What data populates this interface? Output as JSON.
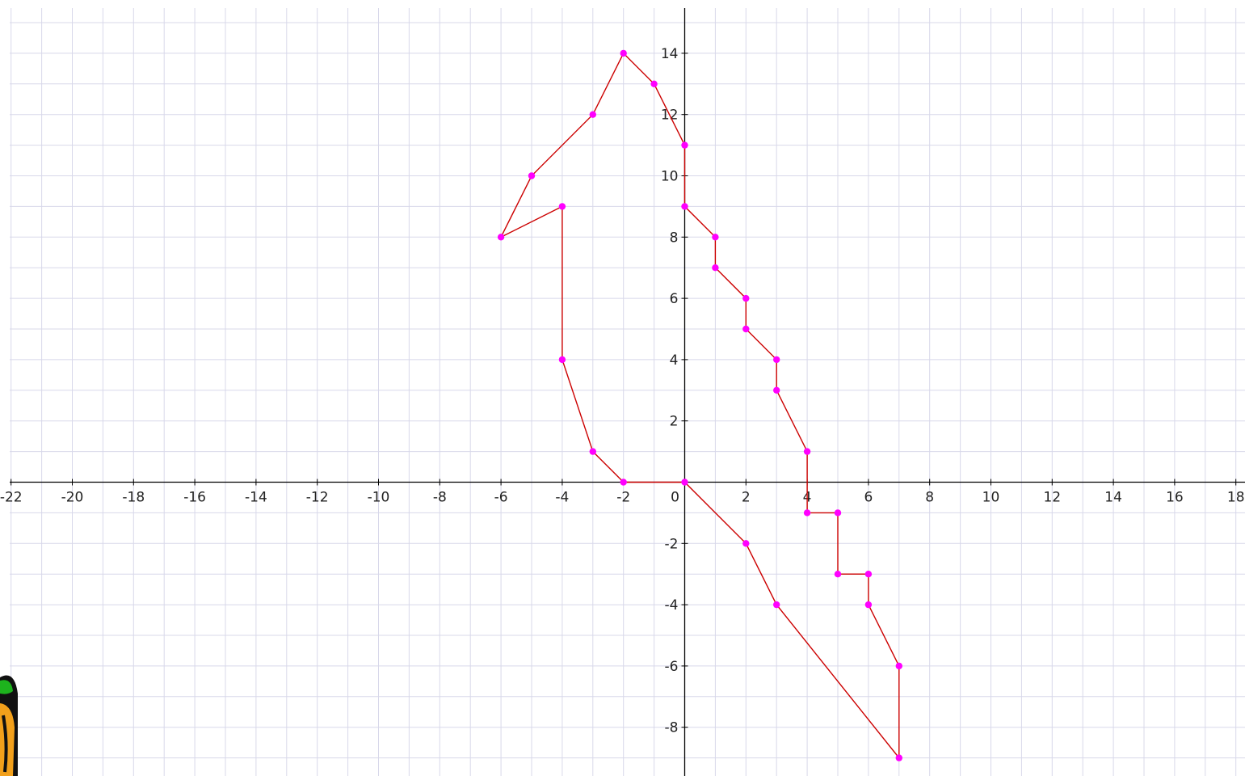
{
  "header": {
    "title": ""
  },
  "chart_data": {
    "type": "line",
    "title": "",
    "xlabel": "",
    "ylabel": "",
    "xlim": [
      -22,
      18
    ],
    "ylim": [
      -9.5,
      15
    ],
    "grid": true,
    "x_ticks": [
      -22,
      -20,
      -18,
      -16,
      -14,
      -12,
      -10,
      -8,
      -6,
      -4,
      -2,
      0,
      2,
      4,
      6,
      8,
      10,
      12,
      14,
      16,
      18
    ],
    "y_ticks": [
      -8,
      -6,
      -4,
      -2,
      2,
      4,
      6,
      8,
      10,
      12,
      14
    ],
    "series": [
      {
        "name": "",
        "closed": true,
        "line_color": "#cc0000",
        "marker_color": "#ff00ff",
        "points": [
          [
            -2,
            0
          ],
          [
            -3,
            1
          ],
          [
            -4,
            4
          ],
          [
            -4,
            9
          ],
          [
            -6,
            8
          ],
          [
            -5,
            10
          ],
          [
            -3,
            12
          ],
          [
            -2,
            14
          ],
          [
            -1,
            13
          ],
          [
            0,
            11
          ],
          [
            0,
            9
          ],
          [
            1,
            8
          ],
          [
            1,
            7
          ],
          [
            2,
            6
          ],
          [
            2,
            5
          ],
          [
            3,
            4
          ],
          [
            3,
            3
          ],
          [
            4,
            1
          ],
          [
            4,
            -1
          ],
          [
            5,
            -1
          ],
          [
            5,
            -3
          ],
          [
            6,
            -3
          ],
          [
            6,
            -4
          ],
          [
            7,
            -6
          ],
          [
            7,
            -9
          ],
          [
            3,
            -4
          ],
          [
            2,
            -2
          ],
          [
            0,
            0
          ]
        ]
      }
    ]
  },
  "colors": {
    "grid": "#d8d8ea",
    "axis": "#000000",
    "line": "#cc0000",
    "marker": "#ff00ff"
  },
  "decoration": {
    "corner_icon": "cartoon-character-icon"
  }
}
